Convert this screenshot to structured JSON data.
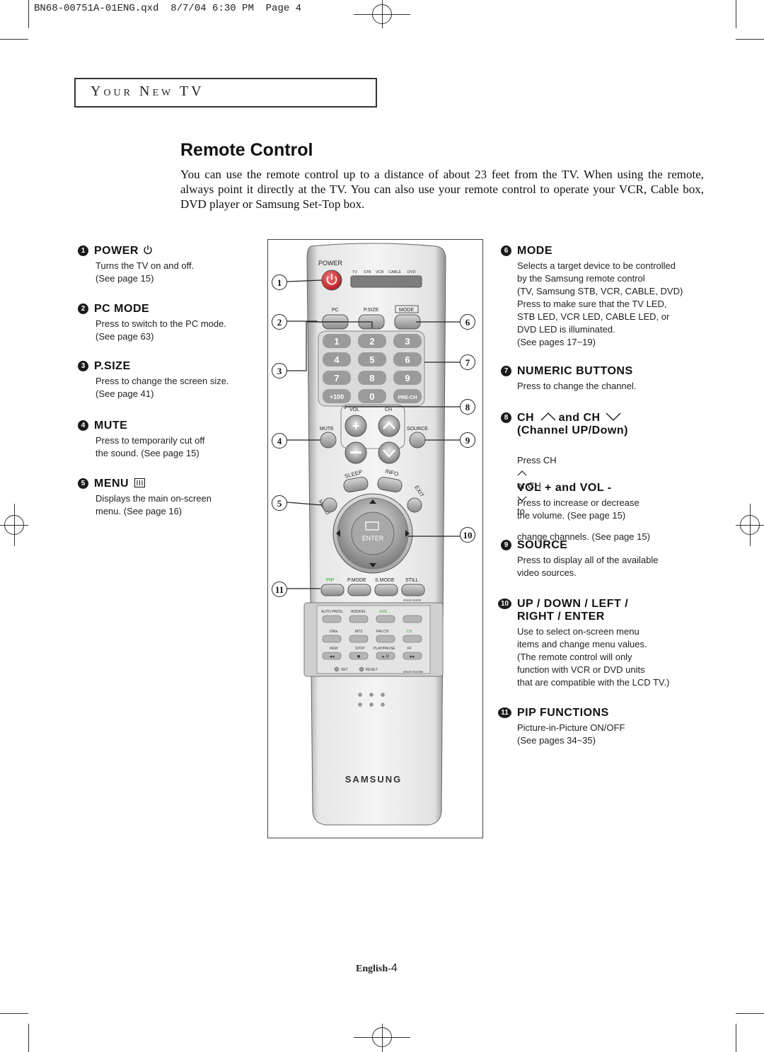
{
  "print_header": "BN68-00751A-01ENG.qxd  8/7/04 6:30 PM  Page 4",
  "section_label": "Your New TV",
  "title": "Remote Control",
  "intro": "You can use the remote control up to a distance of about 23 feet from the TV.  When using the remote, always point it directly at the TV. You can also use your remote control to operate your VCR, Cable box, DVD player or Samsung Set-Top box.",
  "items_left": [
    {
      "num": "1",
      "head": "POWER",
      "icon": "power-icon",
      "desc": "Turns the TV on and off.\n(See page 15)"
    },
    {
      "num": "2",
      "head": "PC MODE",
      "desc": "Press to switch to the PC mode.\n(See page 63)"
    },
    {
      "num": "3",
      "head": "P.SIZE",
      "desc": "Press to change the screen size.\n(See page 41)"
    },
    {
      "num": "4",
      "head": "MUTE",
      "desc": "Press to temporarily cut off\nthe sound. (See page 15)"
    },
    {
      "num": "5",
      "head": "MENU",
      "icon": "menu-icon",
      "desc": "Displays the main on-screen\nmenu. (See page 16)"
    }
  ],
  "items_right": [
    {
      "num": "6",
      "head": "MODE",
      "desc": "Selects a target device to be controlled\nby the Samsung remote control\n(TV, Samsung STB, VCR, CABLE, DVD)\nPress to make sure that the TV LED,\nSTB LED, VCR LED, CABLE LED, or\nDVD LED is illuminated.\n(See pages 17~19)"
    },
    {
      "num": "7",
      "head": "NUMERIC BUTTONS",
      "desc": "Press to change the channel."
    },
    {
      "num": "8",
      "head": "CH   and CH\nChannel UP/Down)",
      "head_a": "CH",
      "head_b": "and CH",
      "head_c": "(Channel UP/Down)",
      "desc": "Press CH   or CH   to\nchange channels. (See page 15)",
      "desc_a": "Press CH",
      "desc_b": "or CH",
      "desc_c": "to",
      "desc_d": "change channels. (See page 15)"
    },
    {
      "num": "",
      "head": "VOL + and VOL -",
      "desc": "Press to increase or decrease\nthe volume. (See page 15)"
    },
    {
      "num": "9",
      "head": "SOURCE",
      "desc": "Press to display all of the available\nvideo sources."
    },
    {
      "num": "10",
      "head": "UP / DOWN / LEFT /\nRIGHT / ENTER",
      "desc": "Use to select on-screen menu\nitems and change menu values.\n(The remote control will only\nfunction with VCR or DVD units\nthat are compatible with the LCD TV.)"
    },
    {
      "num": "11",
      "head": "PIP FUNCTIONS",
      "desc": "Picture-in-Picture ON/OFF\n(See pages 34~35)"
    }
  ],
  "remote": {
    "power": "POWER",
    "top_leds": [
      "TV",
      "STB",
      "VCR",
      "CABLE",
      "DVD"
    ],
    "pc": "PC",
    "psize": "P.SIZE",
    "mode": "MODE",
    "digits": [
      "1",
      "2",
      "3",
      "4",
      "5",
      "6",
      "7",
      "8",
      "9"
    ],
    "plus100": "+100",
    "zero": "0",
    "prech": "PRE-CH",
    "vol": "VOL",
    "ch": "CH",
    "mute": "MUTE",
    "source": "SOURCE",
    "sleep": "SLEEP",
    "info": "INFO",
    "menu": "MENU",
    "exit": "EXIT",
    "enter": "ENTER",
    "pip": "PIP",
    "pmode": "P.MODE",
    "smode": "S.MODE",
    "still": "STILL",
    "code_top": "BN59-00409",
    "lower_labels_1": [
      "AUTO PROG.",
      "ADD/DEL",
      "SIZE"
    ],
    "lower_labels_2": [
      "DNIe",
      "MTS",
      "FAV.CH",
      "CH"
    ],
    "lower_labels_3": [
      "REW",
      "STOP",
      "PLAY/PAUSE",
      "FF"
    ],
    "set": "SET",
    "reset": "RESET",
    "code_bottom": "BN59-00409B",
    "brand": "SAMSUNG"
  },
  "callouts": [
    "1",
    "2",
    "3",
    "4",
    "5",
    "6",
    "7",
    "8",
    "9",
    "10",
    "11"
  ],
  "footer": {
    "lang": "English-",
    "page": "4"
  }
}
